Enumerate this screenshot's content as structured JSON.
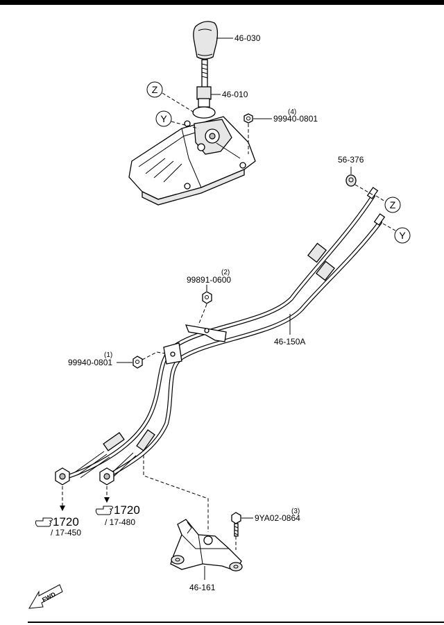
{
  "parts": {
    "knob": "46-030",
    "lever": "46-010",
    "nut_shifter": "99940-0801",
    "nut_shifter_qty": "(4)",
    "clip": "56-376",
    "nut_bracket": "99891-0600",
    "nut_bracket_qty": "(2)",
    "cable_assy": "46-150A",
    "nut_front": "99940-0801",
    "nut_front_qty": "(1)",
    "bolt": "9YA02-0864",
    "bolt_qty": "(3)",
    "bracket": "46-161"
  },
  "callouts": {
    "z": "Z",
    "y": "Y"
  },
  "references": [
    {
      "section": "1720",
      "sub": "/ 17-450"
    },
    {
      "section": "1720",
      "sub": "/ 17-480"
    }
  ],
  "fwd_label": "FWD"
}
